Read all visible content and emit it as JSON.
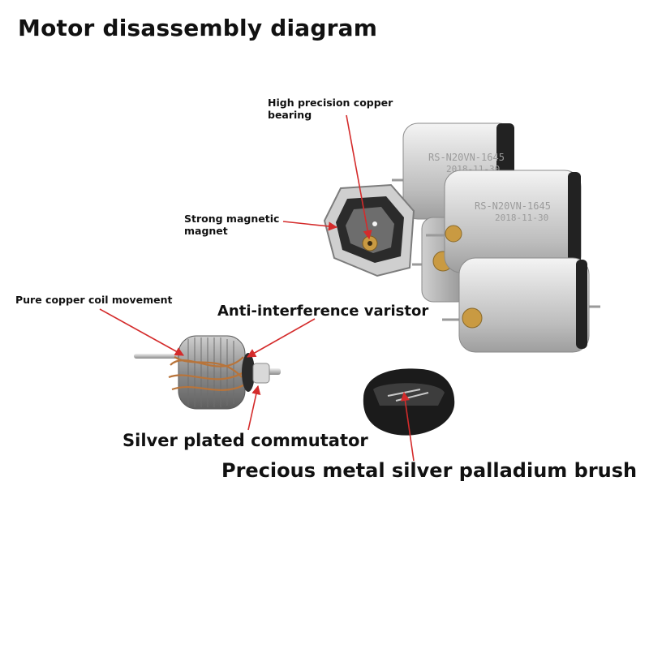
{
  "title": "Motor disassembly diagram",
  "labels": {
    "bearing_line1": "High precision copper",
    "bearing_line2": "bearing",
    "magnet_line1": "Strong magnetic",
    "magnet_line2": "magnet",
    "coil": "Pure copper coil movement",
    "varistor": "Anti-interference varistor",
    "commutator": "Silver plated commutator",
    "brush": "Precious metal silver palladium brush"
  },
  "motor_markings": {
    "model": "RS-N20VN-1645",
    "date": "2018-11-30"
  },
  "colors": {
    "arrow": "#d42b2b",
    "text": "#111111",
    "background": "#ffffff"
  }
}
